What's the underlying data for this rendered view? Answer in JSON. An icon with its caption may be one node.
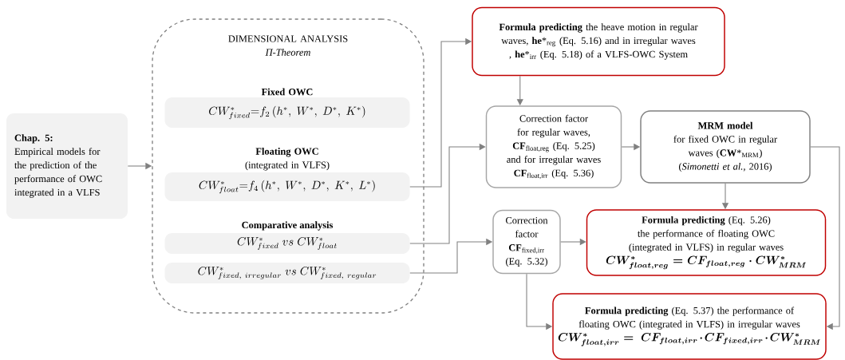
{
  "diagram": {
    "nodes": [
      {
        "text": [
          "Chap. 5:",
          "Empirical models for the prediction of the performance of OWC integrated in a VLFS"
        ]
      },
      {
        "text": [
          "DIMENSIONAL ANALYSIS",
          "Π-Theorem"
        ]
      },
      {
        "text": [
          "Fixed OWC",
          "CW^{*}_{fixed}{=}f_{2}\\,(h^{*},\\ W^{*},\\ D^{*},\\ K^{*})"
        ],
        "in": 1
      },
      {
        "text": [
          "Floating OWC",
          "(integrated in VLFS)",
          "CW^{*}_{float}{=}f_{4}\\,(h^{*},\\ W^{*},\\ D^{*},\\ K^{*},\\ L^{*})"
        ],
        "in": 1
      },
      {
        "text": [
          "CW^{*}_{fixed}\\ vs\\ CW^{*}_{float}"
        ],
        "in": 1
      },
      {
        "text": [
          "CW^{*}_{fixed,\\ irregular}\\ vs\\ CW^{*}_{fixed,\\ regular}"
        ],
        "in": 1
      },
      {
        "text": [
          "**Formula predicting** the heave motion in regular waves, **he***$_{reg}$ (Eq. 5.16) and in irregular waves , **he***$_{irr}$ (Eq. 5.18) of a VLFS-OWC System"
        ]
      },
      {
        "text": [
          "Correction factor for regular waves, **CF**$_{float,reg}$ (Eq. 5.25) and for irregular waves **CF**$_{float,irr}$ (Eq. 5.36)"
        ]
      },
      {
        "text": [
          "MRM model",
          "for fixed OWC in regular waves (**CW***$_{MRM}$) (*Simonetti et al.,* 2016)"
        ]
      },
      {
        "text": [
          "Correction factor **CF**$_{fixed,irr}$ (Eq. 5.32)"
        ]
      },
      {
        "text": [
          "**Formula predicting** (Eq. 5.26) the performance of floating OWC (integrated in VLFS) in regular waves",
          "CW^{*}_{float,reg}=CF_{float,reg}\\cdot CW^{*}_{MRM}"
        ]
      },
      {
        "text": [
          "**Formula predicting** (Eq. 5.37) the performance of floating OWC (integrated in VLFS) in irregular waves",
          "CW^{*}_{float,irr}=\\ CF_{float,irr}\\cdot CF_{fixed,irr}\\cdot CW^{*}_{MRM}"
        ]
      }
    ],
    "edges": [
      {
        "from": 0,
        "to": 1,
        "arrow": "to"
      },
      {
        "from": 3,
        "to": 6,
        "arrow": "to"
      },
      {
        "from": 4,
        "to": 7,
        "arrow": "to"
      },
      {
        "from": 5,
        "to": 9,
        "arrow": "to"
      },
      {
        "from": 6,
        "to": 7,
        "arrow": "to"
      },
      {
        "from": 7,
        "to": 8,
        "arrow": "to"
      },
      {
        "from": 8,
        "to": 10,
        "arrow": "to"
      },
      {
        "from": 8,
        "to": 11,
        "arrow": "to"
      },
      {
        "from": 9,
        "to": 10,
        "arrow": "to"
      },
      {
        "from": 9,
        "to": 11,
        "arrow": "to"
      }
    ],
    "labels": [
      "Comparative analysis"
    ]
  }
}
